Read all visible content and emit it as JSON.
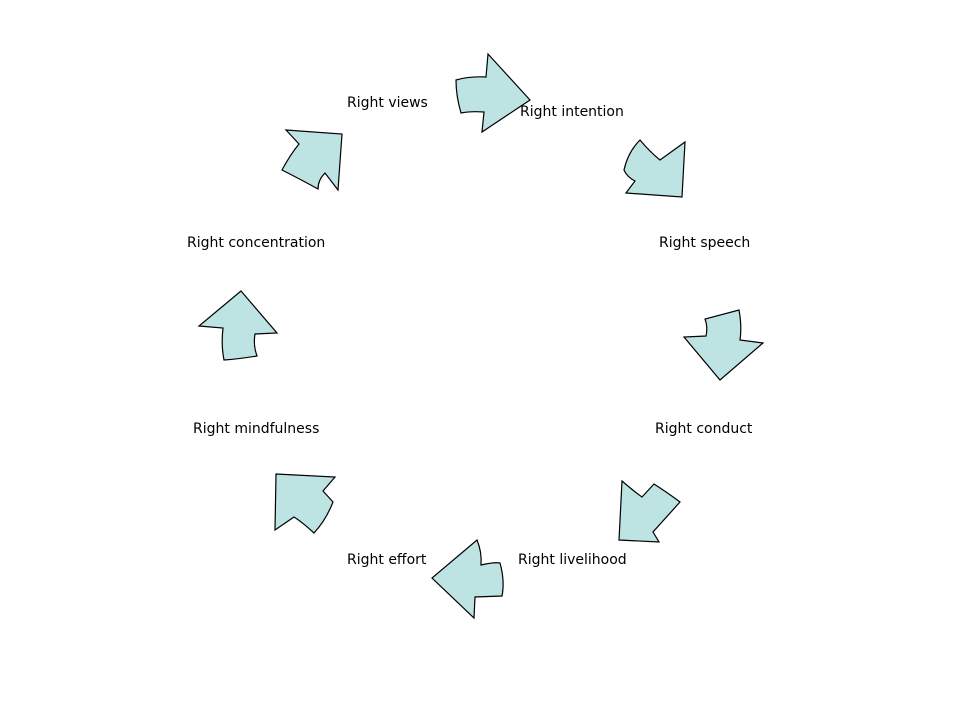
{
  "diagram": {
    "arrow_fill": "#bde3e3",
    "arrow_stroke": "#000000",
    "labels": [
      "Right views",
      "Right intention",
      "Right speech",
      "Right conduct",
      "Right livelihood",
      "Right effort",
      "Right mindfulness",
      "Right concentration"
    ]
  }
}
